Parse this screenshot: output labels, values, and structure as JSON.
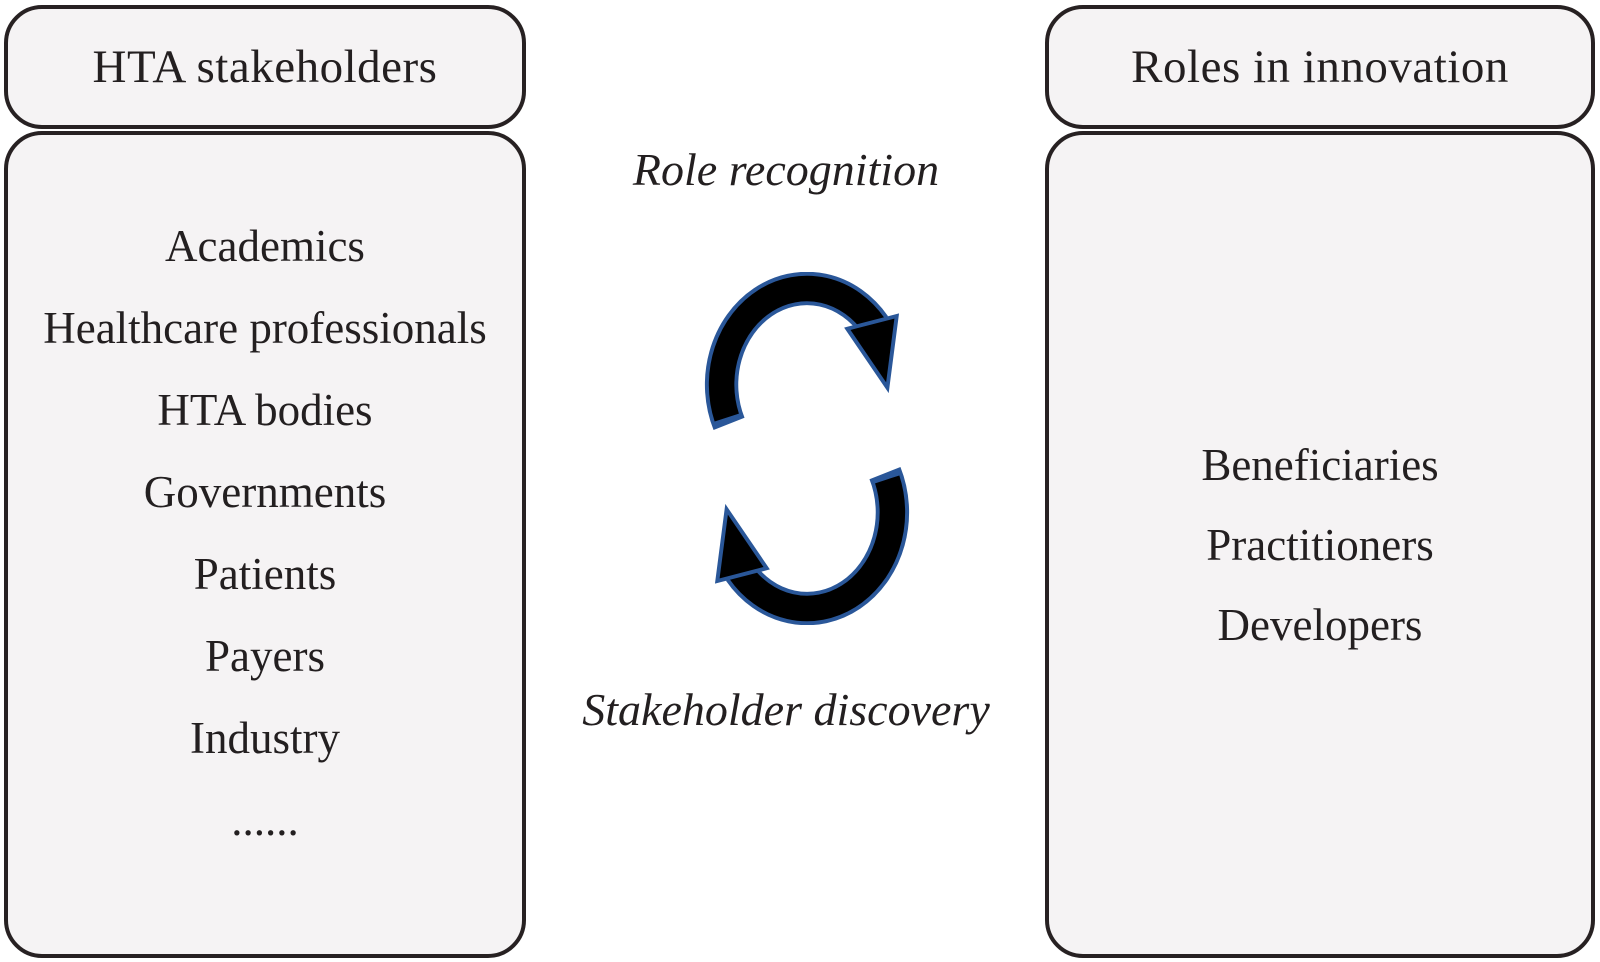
{
  "left_panel": {
    "title": "HTA stakeholders",
    "items": [
      "Academics",
      "Healthcare professionals",
      "HTA bodies",
      "Governments",
      "Patients",
      "Payers",
      "Industry",
      "......"
    ]
  },
  "center": {
    "top_label": "Role recognition",
    "bottom_label": "Stakeholder discovery",
    "icon": "cycle-arrows-icon"
  },
  "right_panel": {
    "title": "Roles in innovation",
    "items": [
      "Beneficiaries",
      "Practitioners",
      "Developers"
    ]
  },
  "colors": {
    "background": "#ffffff",
    "box_fill": "#f5f3f4",
    "box_border": "#272122",
    "text": "#231f20",
    "arrow_fill": "#000000",
    "arrow_outline": "#2a5799"
  }
}
